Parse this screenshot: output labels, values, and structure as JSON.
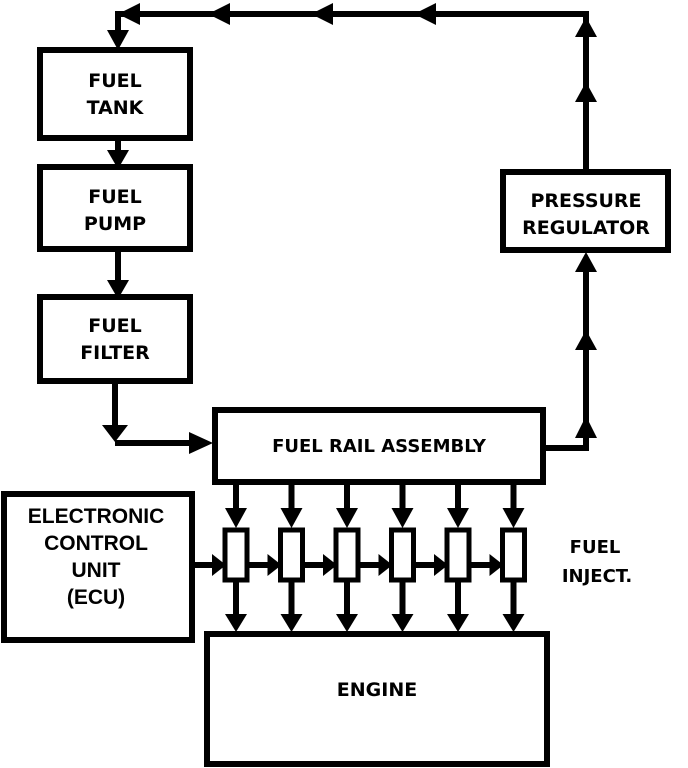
{
  "blocks": {
    "fuel_tank": [
      "FUEL",
      "TANK"
    ],
    "fuel_pump": [
      "FUEL",
      "PUMP"
    ],
    "fuel_filter": [
      "FUEL",
      "FILTER"
    ],
    "pressure_regulator": [
      "PRESSURE",
      "REGULATOR"
    ],
    "fuel_rail": "FUEL RAIL ASSEMBLY",
    "ecu": [
      "ELECTRONIC",
      "CONTROL",
      "UNIT",
      "(ECU)"
    ],
    "engine": "ENGINE",
    "injectors_label": [
      "FUEL",
      "INJECT."
    ]
  },
  "injector_count": 6,
  "colors": {
    "line": "#000000",
    "background": "#ffffff"
  }
}
